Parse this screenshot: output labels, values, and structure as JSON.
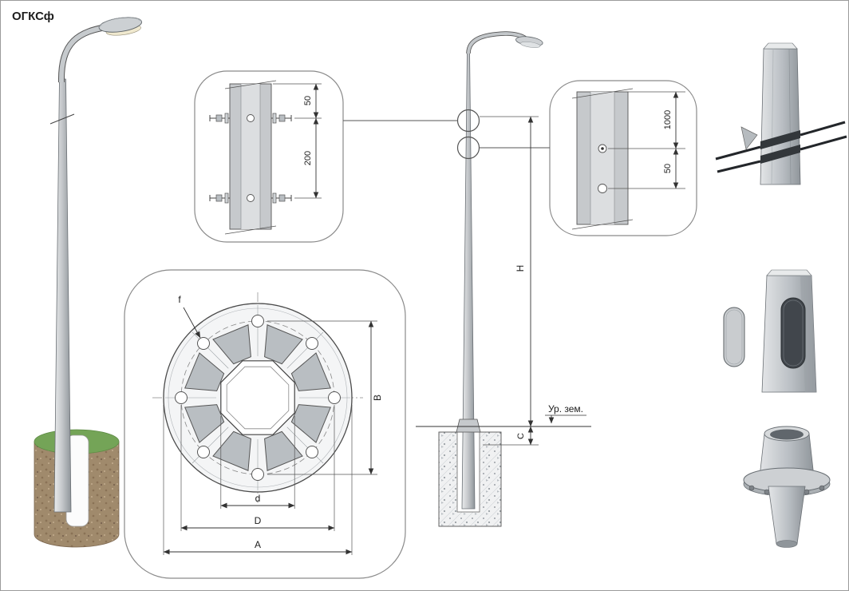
{
  "title": "ОГКСф",
  "detail_top": {
    "dim_upper": "50",
    "dim_lower": "200"
  },
  "detail_right": {
    "dim_upper": "1000",
    "dim_lower": "50"
  },
  "elevation": {
    "dim_height": "H",
    "dim_embed": "С",
    "ground_label": "Ур. зем."
  },
  "flange": {
    "dim_hole_label": "f",
    "dim_inner": "d",
    "dim_bolt_circle": "D",
    "dim_outer": "A",
    "dim_vertical": "B"
  },
  "colors": {
    "metal_light": "#e9ebec",
    "metal_mid": "#c6c9cc",
    "metal_dark": "#8f959a",
    "outline": "#555555",
    "dark_band": "#33373b",
    "grass": "#74a457",
    "soil": "#a08a6c",
    "lamp_glow": "#f0e9cf"
  }
}
